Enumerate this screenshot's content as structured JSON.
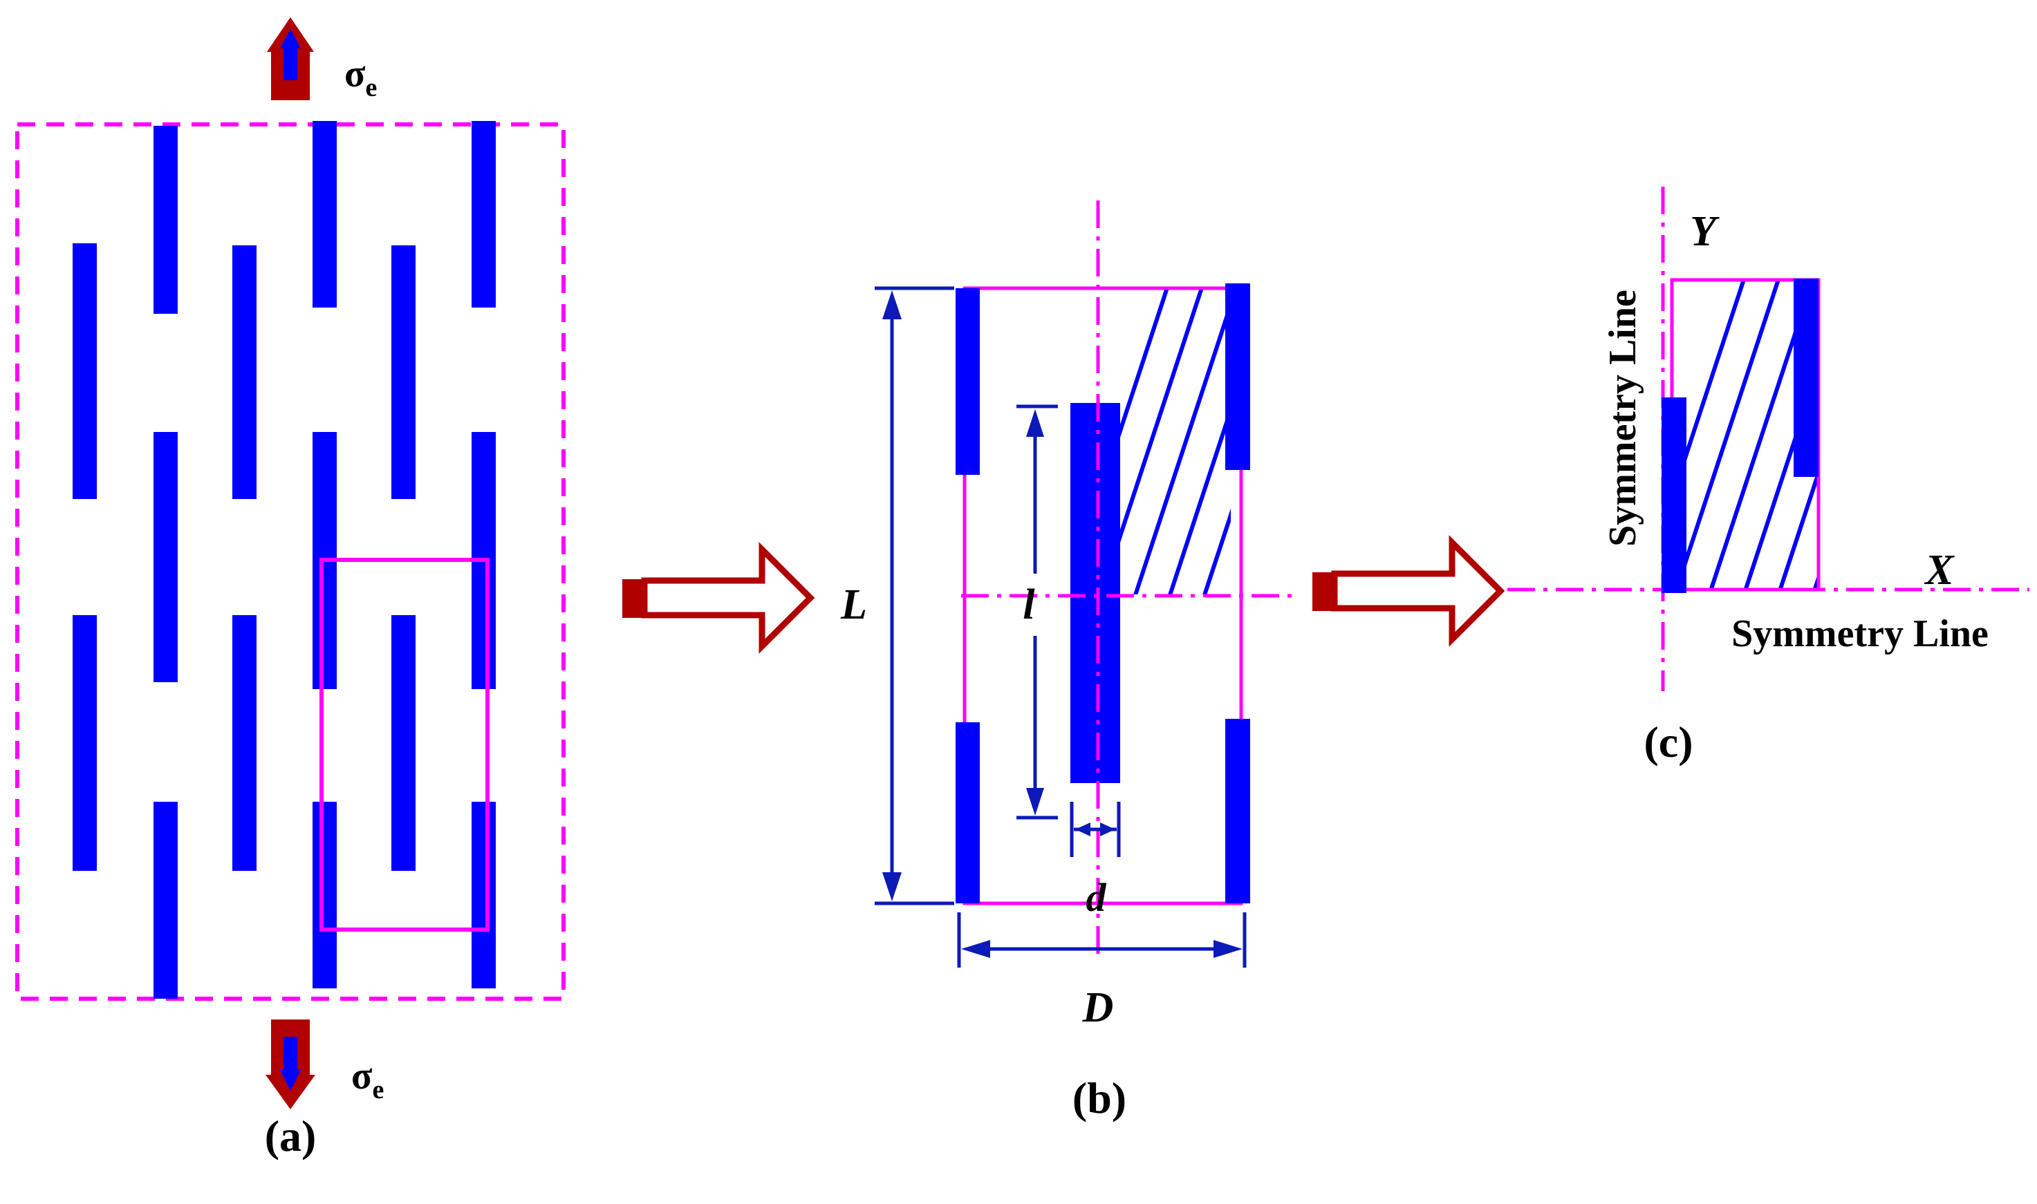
{
  "panel_a": {
    "stress_symbol": "σ",
    "stress_subscript": "e",
    "caption": "(a)"
  },
  "panel_b": {
    "L_label": "L",
    "l_label": "l",
    "d_label": "d",
    "D_label": "D",
    "caption": "(b)"
  },
  "panel_c": {
    "Y_label": "Y",
    "X_label": "X",
    "vertical_symmetry_label": "Symmetry Line",
    "horizontal_symmetry_label": "Symmetry Line",
    "caption": "(c)"
  },
  "colors": {
    "crack_blue": "#0000ff",
    "dimension_navy": "#0c1ab8",
    "magenta": "#ff00ff",
    "arrow_red": "#b00000",
    "text": "#000000"
  }
}
